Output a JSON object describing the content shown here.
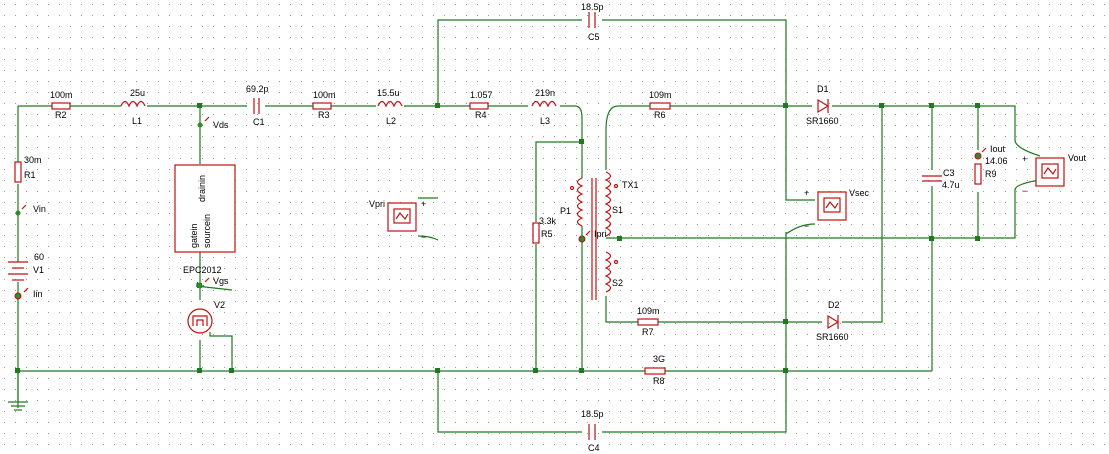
{
  "colors": {
    "wire": "#1f7a1f",
    "component": "#c01010",
    "grid_dot": "#9a9a9a",
    "background": "#ffffff",
    "probe_dot": "#2e8b2e"
  },
  "labels": {
    "C5_val": "18.5p",
    "C5_name": "C5",
    "C4_val": "18.5p",
    "C4_name": "C4",
    "R2_val": "100m",
    "R2_name": "R2",
    "L1_val": "25u",
    "L1_name": "L1",
    "C1_val": "69.2p",
    "C1_name": "C1",
    "R3_val": "100m",
    "R3_name": "R3",
    "L2_val": "15.5u",
    "L2_name": "L2",
    "R4_val": "1.057",
    "R4_name": "R4",
    "L3_val": "219n",
    "L3_name": "L3",
    "R6_val": "109m",
    "R6_name": "R6",
    "D1_name": "D1",
    "D1_model": "SR1660",
    "D2_name": "D2",
    "D2_model": "SR1660",
    "R1_val": "30m",
    "R1_name": "R1",
    "Vin": "Vin",
    "V1_val": "60",
    "V1_name": "V1",
    "Iin": "Iin",
    "Vds": "Vds",
    "fet_drain": "drainin",
    "fet_gate": "gatein",
    "fet_source": "sourcein",
    "fet_model": "EPC2012",
    "Vgs": "Vgs",
    "V2_name": "V2",
    "Vpri": "Vpri",
    "R5_val": "3.3k",
    "R5_name": "R5",
    "P1": "P1",
    "Ipri": "Ipri",
    "TX1": "TX1",
    "S1": "S1",
    "S2": "S2",
    "R7_val": "109m",
    "R7_name": "R7",
    "R8_val": "3G",
    "R8_name": "R8",
    "C3_name": "C3",
    "C3_val": "4.7u",
    "Vsec": "Vsec",
    "Iout": "Iout",
    "R9_val": "14.06",
    "R9_name": "R9",
    "Vout": "Vout",
    "plus": "+",
    "minus": "−"
  }
}
